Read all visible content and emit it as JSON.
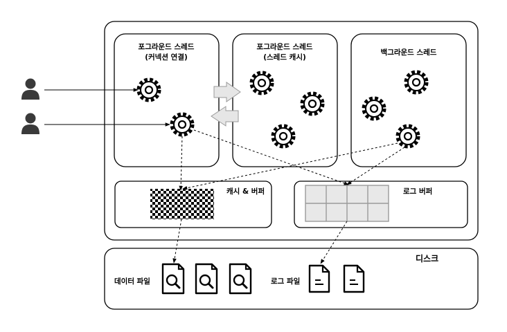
{
  "threads": {
    "foreground_connection": {
      "line1": "포그라운드 스레드",
      "line2": "(커넥션 연결)"
    },
    "foreground_cache": {
      "line1": "포그라운드 스레드",
      "line2": "(스레드 캐시)"
    },
    "background": {
      "line1": "백그라운드 스레드"
    }
  },
  "buffers": {
    "cache_buffer": "캐시 & 버퍼",
    "log_buffer": "로그 버퍼"
  },
  "disk": {
    "title": "디스크",
    "data_files": "데이터 파일",
    "log_files": "로그 파일"
  },
  "colors": {
    "log_buffer_fill": "#e8e8e8",
    "log_buffer_grid": "#9a9a9a",
    "user_icon": "#3a3a3a",
    "transfer_arrow": "#e6e6e6"
  }
}
